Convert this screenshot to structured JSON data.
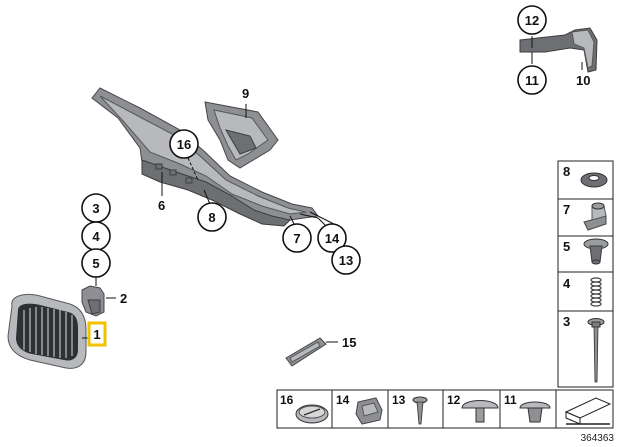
{
  "diagram": {
    "callouts": [
      {
        "id": "c12",
        "label": "12"
      },
      {
        "id": "c11",
        "label": "11"
      },
      {
        "id": "c16",
        "label": "16"
      },
      {
        "id": "c8",
        "label": "8"
      },
      {
        "id": "c3",
        "label": "3"
      },
      {
        "id": "c4",
        "label": "4"
      },
      {
        "id": "c5",
        "label": "5"
      },
      {
        "id": "c7",
        "label": "7"
      },
      {
        "id": "c14",
        "label": "14"
      },
      {
        "id": "c13",
        "label": "13"
      }
    ],
    "plain_labels": [
      {
        "id": "l10",
        "label": "10"
      },
      {
        "id": "l9",
        "label": "9"
      },
      {
        "id": "l6",
        "label": "6"
      },
      {
        "id": "l2",
        "label": "2"
      },
      {
        "id": "l15",
        "label": "15"
      }
    ],
    "highlighted_label": "1",
    "side_panel": [
      {
        "label": "8",
        "part": "grommet"
      },
      {
        "label": "7",
        "part": "clip-nut"
      },
      {
        "label": "5",
        "part": "plug"
      },
      {
        "label": "4",
        "part": "spring"
      },
      {
        "label": "3",
        "part": "screw"
      }
    ],
    "bottom_panel": [
      {
        "label": "16",
        "part": "cap"
      },
      {
        "label": "14",
        "part": "clip"
      },
      {
        "label": "13",
        "part": "screw"
      },
      {
        "label": "12",
        "part": "mushroom-rivet"
      },
      {
        "label": "11",
        "part": "rivet"
      }
    ],
    "doc_number": "364363"
  }
}
